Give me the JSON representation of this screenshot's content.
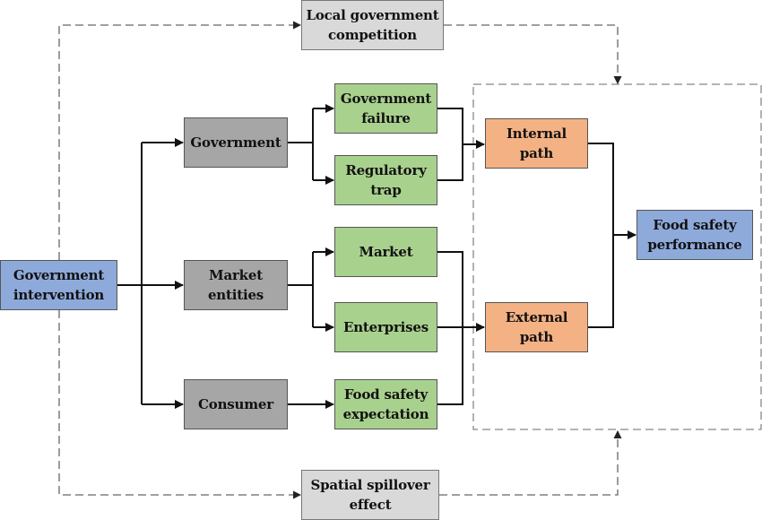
{
  "diagram": {
    "type": "flowchart",
    "colors": {
      "source": "#8eaadb",
      "actor": "#a6a6a6",
      "mechanism": "#a9d18e",
      "path": "#f4b183",
      "moderator": "#d9d9d9",
      "outcome": "#8eaadb"
    },
    "nodes": {
      "local_competition": "Local government\ncompetition",
      "gov_intervention": "Government\nintervention",
      "government": "Government",
      "market_entities": "Market\nentities",
      "consumer": "Consumer",
      "gov_failure": "Government\nfailure",
      "regulatory_trap": "Regulatory\ntrap",
      "market": "Market",
      "enterprises": "Enterprises",
      "food_safety_expectation": "Food safety\nexpectation",
      "internal_path": "Internal\npath",
      "external_path": "External\npath",
      "food_safety_performance": "Food safety\nperformance",
      "spatial_spillover": "Spatial spillover\neffect"
    },
    "edges": [
      {
        "from": "gov_intervention",
        "to": "government",
        "style": "solid"
      },
      {
        "from": "gov_intervention",
        "to": "market_entities",
        "style": "solid"
      },
      {
        "from": "gov_intervention",
        "to": "consumer",
        "style": "solid"
      },
      {
        "from": "government",
        "to": "gov_failure",
        "style": "solid"
      },
      {
        "from": "government",
        "to": "regulatory_trap",
        "style": "solid"
      },
      {
        "from": "market_entities",
        "to": "market",
        "style": "solid"
      },
      {
        "from": "market_entities",
        "to": "enterprises",
        "style": "solid"
      },
      {
        "from": "consumer",
        "to": "food_safety_expectation",
        "style": "solid"
      },
      {
        "from": "gov_failure",
        "to": "internal_path",
        "style": "solid"
      },
      {
        "from": "regulatory_trap",
        "to": "internal_path",
        "style": "solid"
      },
      {
        "from": "market",
        "to": "external_path",
        "style": "solid"
      },
      {
        "from": "enterprises",
        "to": "external_path",
        "style": "solid"
      },
      {
        "from": "food_safety_expectation",
        "to": "external_path",
        "style": "solid"
      },
      {
        "from": "internal_path",
        "to": "food_safety_performance",
        "style": "solid"
      },
      {
        "from": "external_path",
        "to": "food_safety_performance",
        "style": "solid"
      },
      {
        "from": "gov_intervention",
        "to": "local_competition",
        "style": "dashed"
      },
      {
        "from": "local_competition",
        "to": "mechanism_group",
        "style": "dashed"
      },
      {
        "from": "gov_intervention",
        "to": "spatial_spillover",
        "style": "dashed"
      },
      {
        "from": "spatial_spillover",
        "to": "mechanism_group",
        "style": "dashed"
      }
    ]
  }
}
